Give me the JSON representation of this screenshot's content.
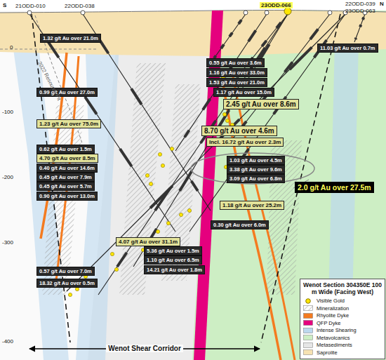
{
  "diagram": {
    "nodes": [
      {
        "text": [
          "1.32 g/t Au over 21.0m"
        ]
      },
      {
        "text": [
          "11.03 g/t Au over 0.7m"
        ]
      },
      {
        "text": [
          "0.55 g/t Au over 3.6m"
        ]
      },
      {
        "text": [
          "1.16 g/t Au over 33.0m"
        ]
      },
      {
        "text": [
          "1.53 g/t Au over 21.0m"
        ]
      },
      {
        "text": [
          "0.99 g/t Au over 27.0m"
        ]
      },
      {
        "text": [
          "1.17 g/t Au over 15.0m"
        ]
      },
      {
        "text": [
          "2.45 g/t Au over 8.6m"
        ]
      },
      {
        "text": [
          "1.23 g/t Au over 75.0m"
        ]
      },
      {
        "text": [
          "8.70 g/t Au over 4.6m"
        ]
      },
      {
        "text": [
          "Incl. 16.72 g/t Au over 2.3m"
        ]
      },
      {
        "text": [
          "0.62 g/t Au over 1.5m"
        ]
      },
      {
        "text": [
          "4.70 g/t Au over 8.5m"
        ]
      },
      {
        "text": [
          "1.03 g/t Au over 4.5m"
        ]
      },
      {
        "text": [
          "0.40 g/t Au over 14.6m"
        ]
      },
      {
        "text": [
          "3.38 g/t Au over 9.6m"
        ]
      },
      {
        "text": [
          "0.45 g/t Au over 7.9m"
        ]
      },
      {
        "text": [
          "3.09 g/t Au over 6.8m"
        ]
      },
      {
        "text": [
          "0.45 g/t Au over 5.7m"
        ]
      },
      {
        "text": [
          "2.0 g/t Au over 27.5m"
        ]
      },
      {
        "text": [
          "0.90 g/t Au over 13.0m"
        ]
      },
      {
        "text": [
          "1.18 g/t Au over 25.2m"
        ]
      },
      {
        "text": [
          "0.30 g/t Au over 6.0m"
        ]
      },
      {
        "text": [
          "4.07 g/t Au over 31.1m"
        ]
      },
      {
        "text": [
          "5.36 g/t Au over 1.5m"
        ]
      },
      {
        "text": [
          "1.10 g/t Au over 6.5m"
        ]
      },
      {
        "text": [
          "14.21 g/t Au over 1.8m"
        ]
      },
      {
        "text": [
          "0.57 g/t Au over 7.0m"
        ]
      },
      {
        "text": [
          "18.32 g/t Au over 0.5m"
        ]
      },
      {
        "text": [
          "Wenot Section 304350E 100 m Wide (Facing West)"
        ]
      }
    ],
    "labels": [
      "S",
      "21ODD-010",
      "22ODD-038",
      "23ODD-066",
      "22ODD-039",
      "N",
      "23ODD-063",
      "0",
      "2022 Resource Pit",
      "-100",
      "-200",
      "-300",
      "-400",
      "Wenot Shear Corridor"
    ],
    "legend": [
      {
        "text": "Visible Gold",
        "color": "#ffe600"
      },
      {
        "text": "Mineralization"
      },
      {
        "text": "Rhyolite Dyke",
        "color": "#f47b20"
      },
      {
        "text": "QFP Dyke",
        "color": "#e5007e"
      },
      {
        "text": "Intense Shearing",
        "color": "#bcd8ee"
      },
      {
        "text": "Metavolcanics",
        "color": "#cdeec4"
      },
      {
        "text": "Metasediments",
        "color": "#e6e6e6"
      },
      {
        "text": "Saprolite",
        "color": "#f6e2b2"
      }
    ]
  }
}
